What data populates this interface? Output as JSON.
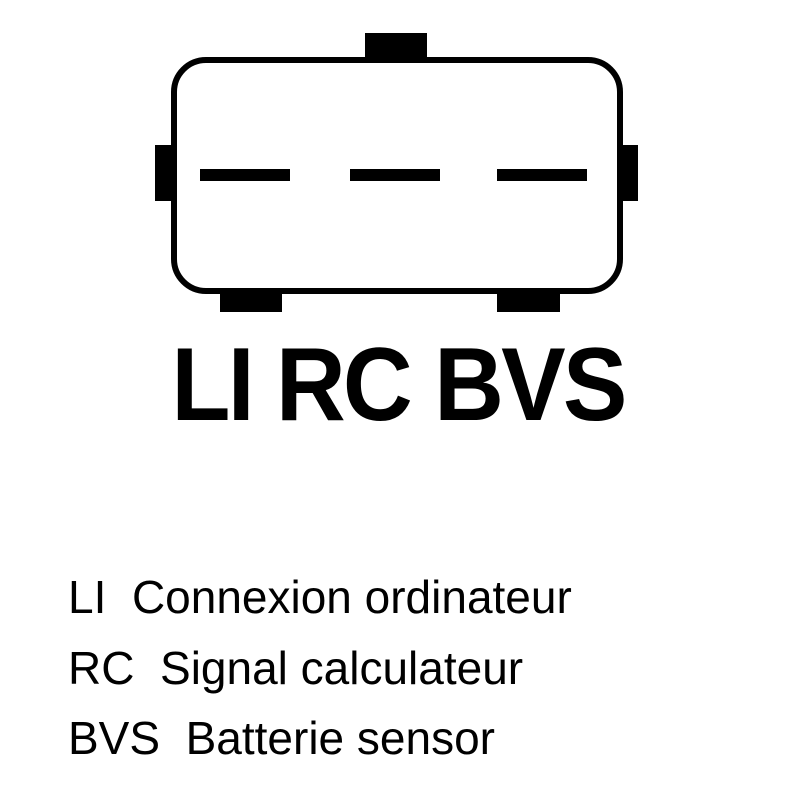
{
  "connector_label": "LI RC BVS",
  "legend": [
    {
      "code": "LI",
      "description": "Connexion ordinateur"
    },
    {
      "code": "RC",
      "description": "Signal calculateur"
    },
    {
      "code": "BVS",
      "description": "Batterie sensor"
    }
  ],
  "colors": {
    "stroke": "#000000",
    "background": "#ffffff"
  }
}
